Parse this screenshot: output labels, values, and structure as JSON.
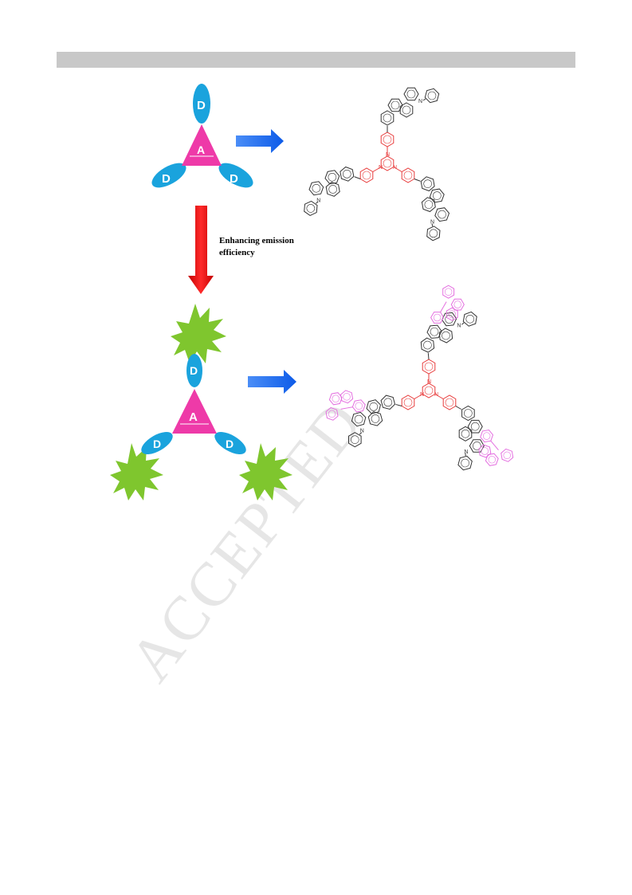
{
  "header": {
    "bar_color": "#c8c8c8"
  },
  "scheme": {
    "top_unit": {
      "donor_label": "D",
      "acceptor_label": "A"
    },
    "bottom_unit": {
      "donor_label": "D",
      "acceptor_label": "A"
    },
    "down_arrow_caption_line1": "Enhancing emission",
    "down_arrow_caption_line2": "efficiency",
    "atom_label_n": "N",
    "colors": {
      "donor": "#1aa3dd",
      "acceptor": "#ee3aa8",
      "star": "#7fc62e",
      "right_arrow": "#1466f0",
      "down_arrow": "#ee1111",
      "core_bonds": "#e83a3a",
      "donor_bonds": "#333333",
      "tpe_bonds": "#e46fe0"
    }
  },
  "watermark": {
    "text": "ACCEPTED"
  }
}
